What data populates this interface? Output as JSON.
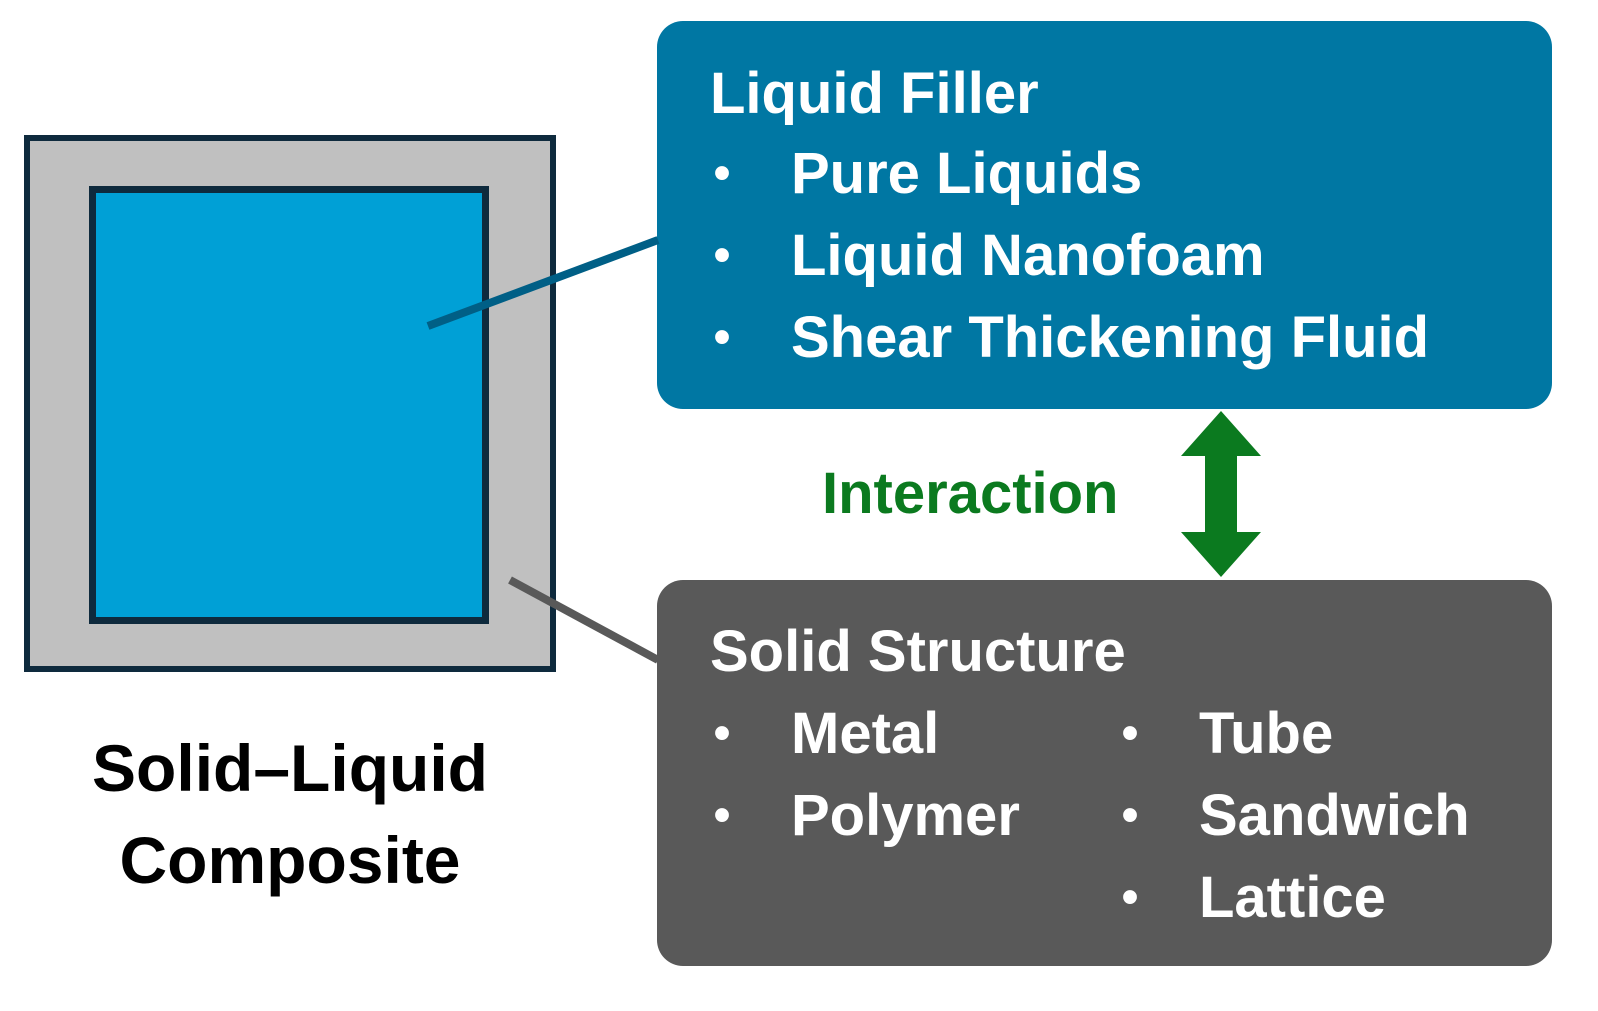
{
  "composite": {
    "caption_line1": "Solid–Liquid",
    "caption_line2": "Composite"
  },
  "liquid_filler": {
    "title": "Liquid Filler",
    "items": [
      "Pure Liquids",
      "Liquid Nanofoam",
      "Shear Thickening Fluid"
    ]
  },
  "interaction": {
    "label": "Interaction"
  },
  "solid_structure": {
    "title": "Solid Structure",
    "materials": [
      "Metal",
      "Polymer"
    ],
    "geometries": [
      "Tube",
      "Sandwich",
      "Lattice"
    ]
  },
  "bullet": "•",
  "colors": {
    "liquid_box": "#0077a3",
    "solid_box": "#595959",
    "inner_fill": "#00a0d6",
    "outer_fill": "#c0c0c0",
    "border": "#0e2a3d",
    "interaction": "#0b7a1f",
    "liquid_connector": "#005f86",
    "solid_connector": "#595959"
  }
}
